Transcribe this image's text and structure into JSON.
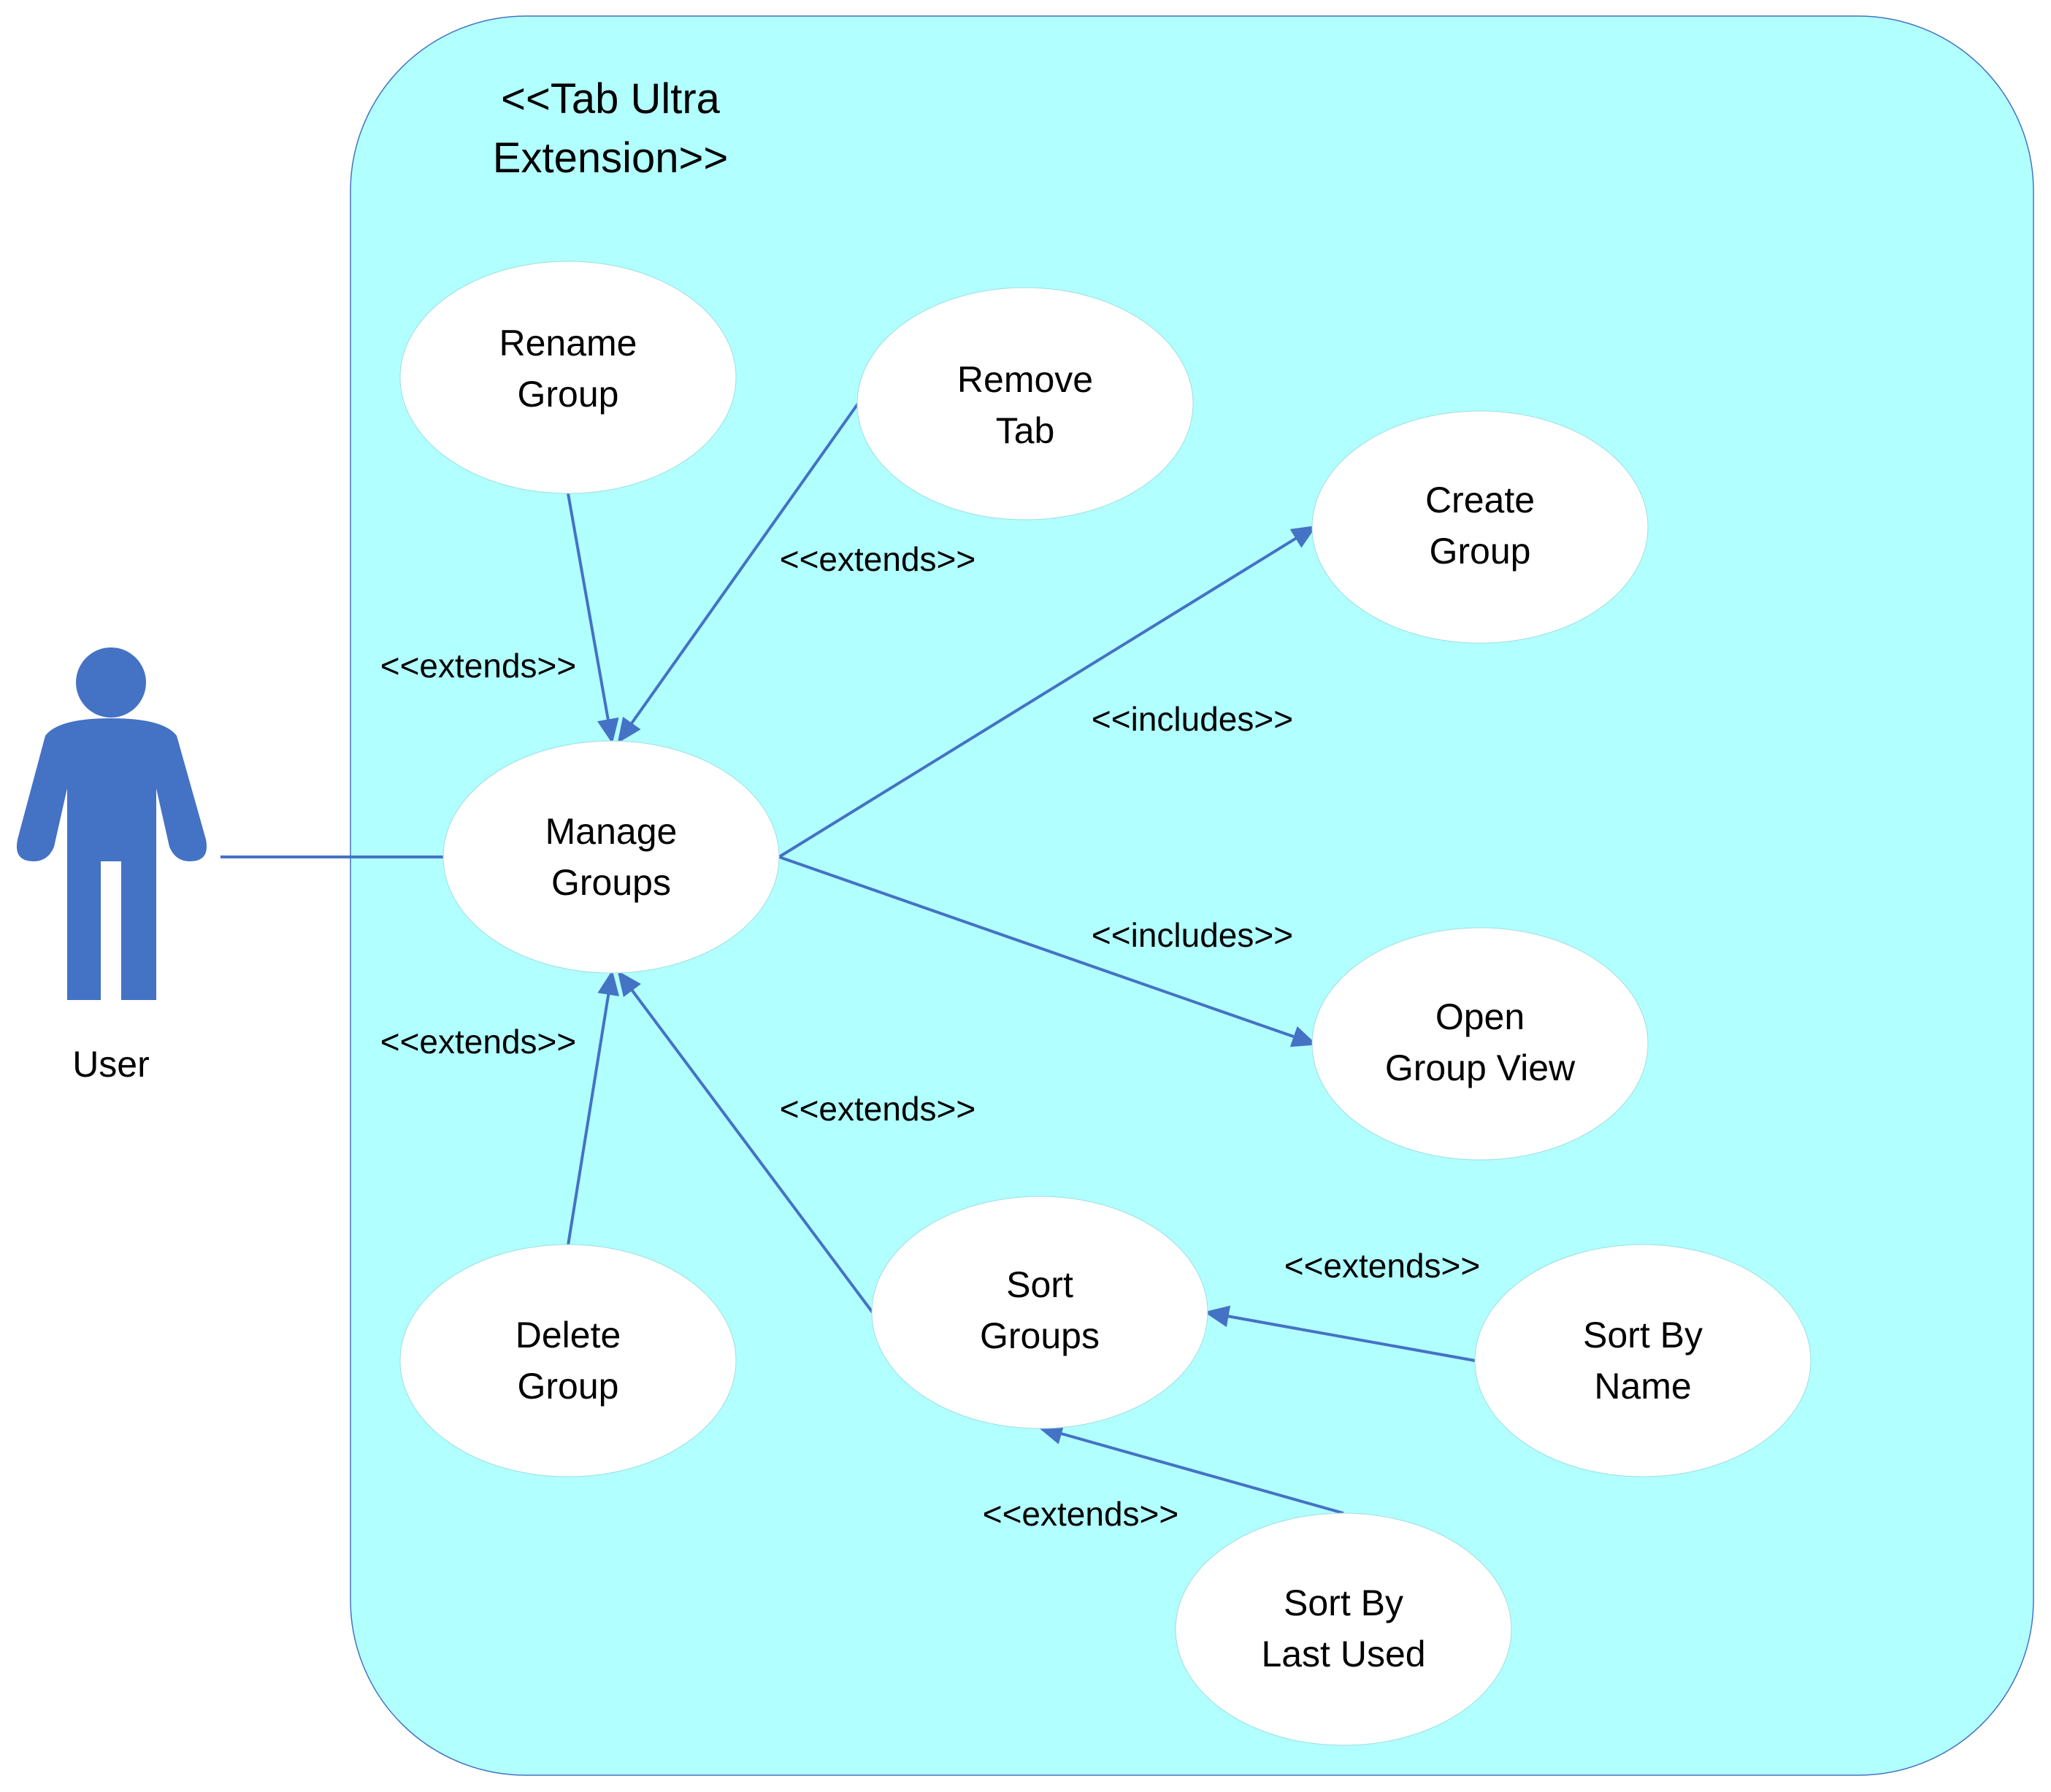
{
  "system": {
    "title_line1": "<<Tab Ultra",
    "title_line2": "Extension>>",
    "fill": "#b2ffff",
    "border": "#4472c4"
  },
  "actor": {
    "label": "User",
    "color": "#4472c4",
    "icon": "person-icon"
  },
  "colors": {
    "line": "#4472c4",
    "ellipse_fill": "#ffffff",
    "text": "#000000"
  },
  "use_cases": {
    "rename_group": {
      "line1": "Rename",
      "line2": "Group"
    },
    "remove_tab": {
      "line1": "Remove",
      "line2": "Tab"
    },
    "create_group": {
      "line1": "Create",
      "line2": "Group"
    },
    "manage_groups": {
      "line1": "Manage",
      "line2": "Groups"
    },
    "open_group_view": {
      "line1": "Open",
      "line2": "Group View"
    },
    "delete_group": {
      "line1": "Delete",
      "line2": "Group"
    },
    "sort_groups": {
      "line1": "Sort",
      "line2": "Groups"
    },
    "sort_by_name": {
      "line1": "Sort By",
      "line2": "Name"
    },
    "sort_by_last_used": {
      "line1": "Sort By",
      "line2": "Last Used"
    }
  },
  "relations": {
    "rename_extends": "<<extends>>",
    "remove_extends": "<<extends>>",
    "create_includes": "<<includes>>",
    "open_includes": "<<includes>>",
    "delete_extends": "<<extends>>",
    "sort_extends": "<<extends>>",
    "sort_name_extends": "<<extends>>",
    "sort_last_extends": "<<extends>>"
  }
}
